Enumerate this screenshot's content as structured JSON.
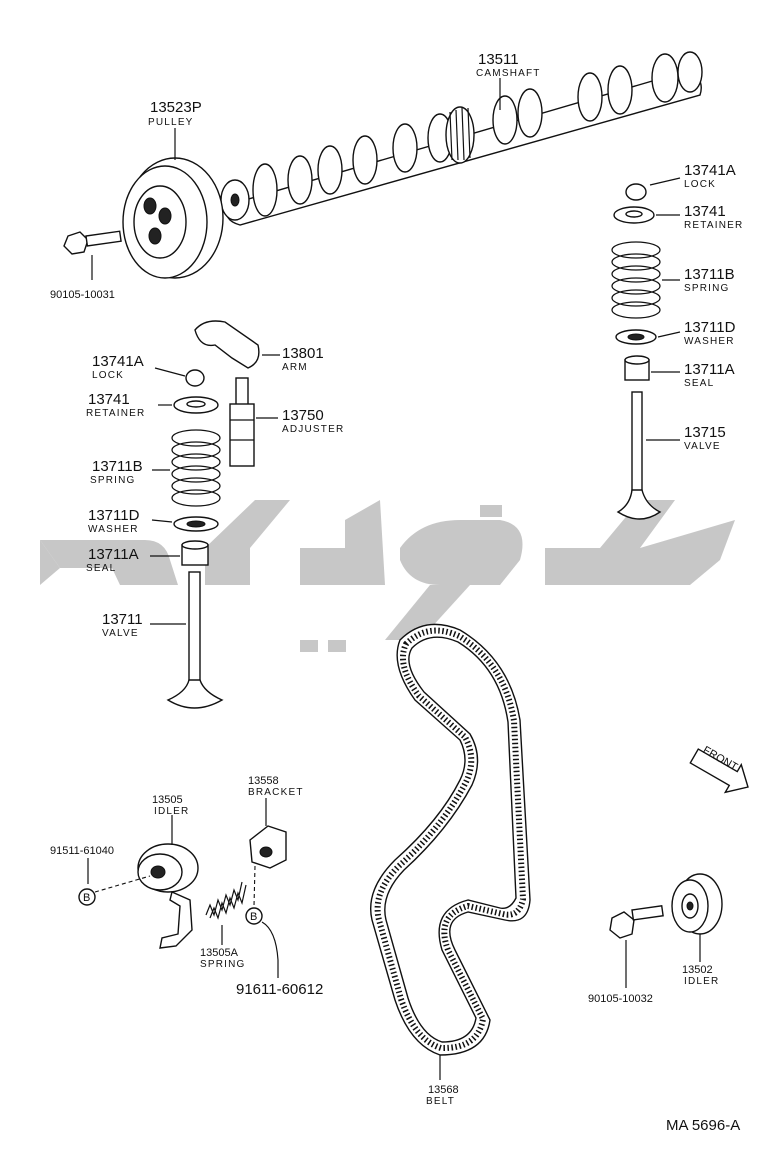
{
  "labels": {
    "camshaft": {
      "part_no": "13511",
      "name": "CAMSHAFT"
    },
    "pulley": {
      "part_no": "13523P",
      "name": "PULLEY"
    },
    "pulley_bolt": {
      "part_no": "90105-10031"
    },
    "lock_right": {
      "part_no": "13741A",
      "name": "LOCK"
    },
    "retainer_right": {
      "part_no": "13741",
      "name": "RETAINER"
    },
    "spring_right": {
      "part_no": "13711B",
      "name": "SPRING"
    },
    "washer_right": {
      "part_no": "13711D",
      "name": "WASHER"
    },
    "seal_right": {
      "part_no": "13711A",
      "name": "SEAL"
    },
    "valve_right": {
      "part_no": "13715",
      "name": "VALVE"
    },
    "arm": {
      "part_no": "13801",
      "name": "ARM"
    },
    "adjuster": {
      "part_no": "13750",
      "name": "ADJUSTER"
    },
    "lock_left": {
      "part_no": "13741A",
      "name": "LOCK"
    },
    "retainer_left": {
      "part_no": "13741",
      "name": "RETAINER"
    },
    "spring_left": {
      "part_no": "13711B",
      "name": "SPRING"
    },
    "washer_left": {
      "part_no": "13711D",
      "name": "WASHER"
    },
    "seal_left": {
      "part_no": "13711A",
      "name": "SEAL"
    },
    "valve_left": {
      "part_no": "13711",
      "name": "VALVE"
    },
    "idler": {
      "part_no": "13505",
      "name": "IDLER"
    },
    "idler_bolt": {
      "part_no": "91511-61040"
    },
    "bracket": {
      "part_no": "13558",
      "name": "BRACKET"
    },
    "tension_spring": {
      "part_no": "13505A",
      "name": "SPRING"
    },
    "bracket_bolt": {
      "part_no": "91611-60612"
    },
    "belt": {
      "part_no": "13568",
      "name": "BELT"
    },
    "idler_right": {
      "part_no": "13502",
      "name": "IDLER"
    },
    "idler_right_bolt": {
      "part_no": "90105-10032"
    },
    "ref_b_left": "B",
    "ref_b_right": "B",
    "front_arrow": "FRONT",
    "drawing_code": "MA  5696-A"
  },
  "colors": {
    "ink": "#111111",
    "watermark": "#bdbdbd",
    "background": "#ffffff"
  }
}
